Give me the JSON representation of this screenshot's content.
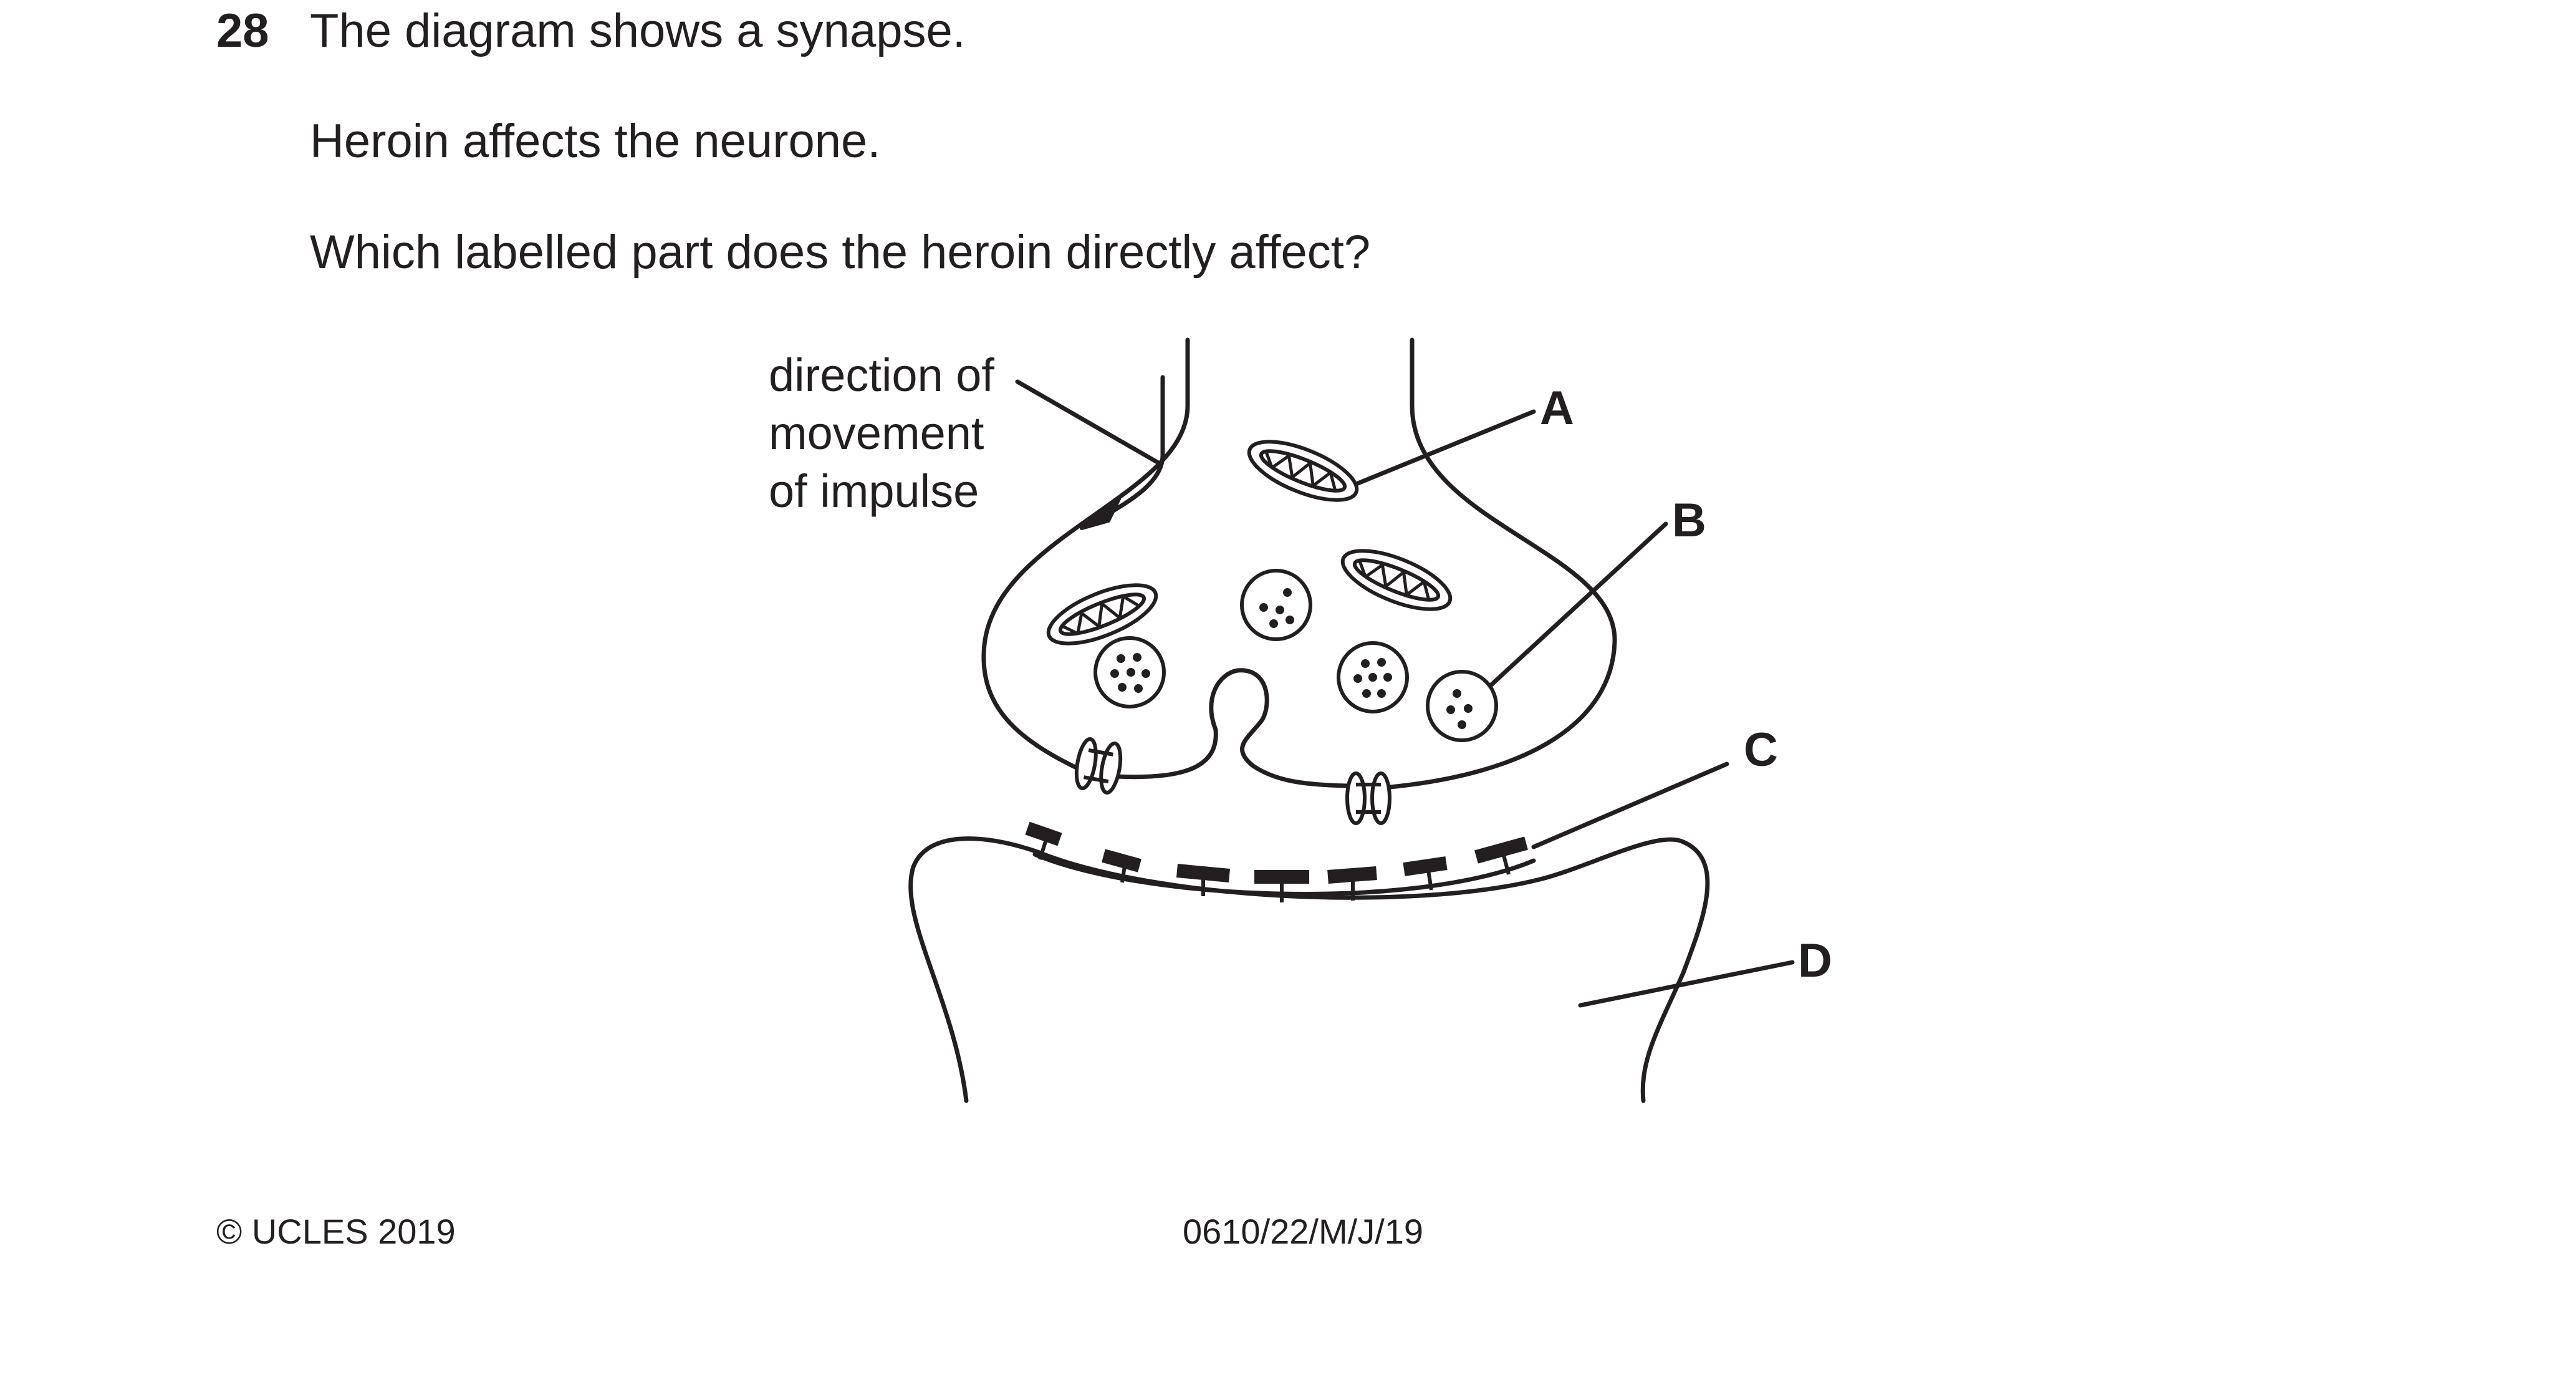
{
  "question": {
    "number": "28",
    "lines": [
      "The diagram shows a synapse.",
      "Heroin affects the neurone.",
      "Which labelled part does the heroin directly affect?"
    ]
  },
  "diagram": {
    "annotation": [
      "direction of",
      "movement",
      "of impulse"
    ],
    "labels": {
      "a": "A",
      "b": "B",
      "c": "C",
      "d": "D"
    }
  },
  "footer": {
    "copyright": "© UCLES 2019",
    "code": "0610/22/M/J/19"
  }
}
